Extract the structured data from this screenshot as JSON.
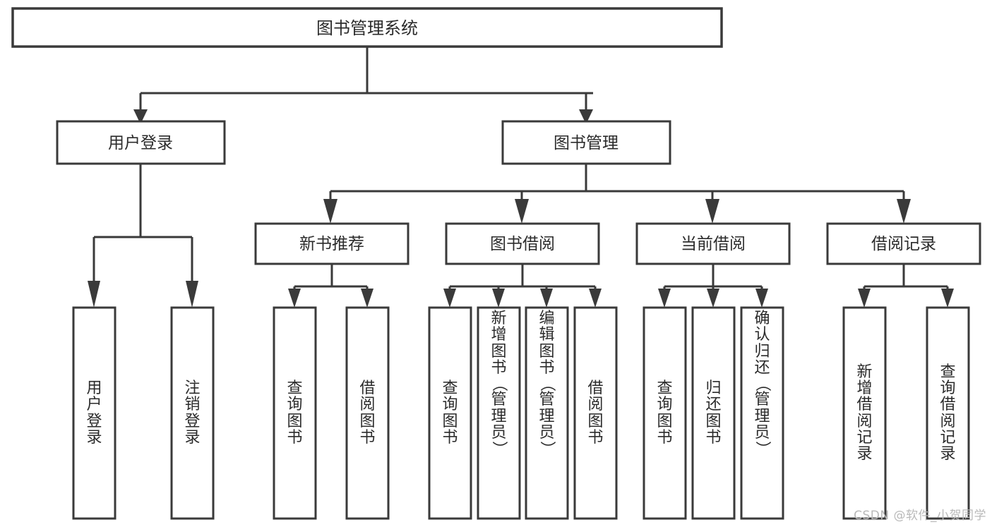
{
  "diagram": {
    "title": "图书管理系统",
    "watermark": "CSDN @软件_小贺同学",
    "colors": {
      "stroke": "#3a3a3a",
      "text": "#2b2b2b",
      "background": "#ffffff",
      "watermark": "#b9b9b9"
    },
    "root": {
      "label": "图书管理系统"
    },
    "level2": [
      {
        "label": "用户登录"
      },
      {
        "label": "图书管理"
      }
    ],
    "level3": [
      {
        "label": "新书推荐"
      },
      {
        "label": "图书借阅"
      },
      {
        "label": "当前借阅"
      },
      {
        "label": "借阅记录"
      }
    ],
    "leaves": {
      "user_login": [
        {
          "label": "用户登录",
          "chars": [
            "用",
            "户",
            "登",
            "录"
          ]
        },
        {
          "label": "注销登录",
          "chars": [
            "注",
            "销",
            "登",
            "录"
          ]
        }
      ],
      "new_book_recommend": [
        {
          "label": "查询图书",
          "chars": [
            "查",
            "询",
            "图",
            "书"
          ]
        },
        {
          "label": "借阅图书",
          "chars": [
            "借",
            "阅",
            "图",
            "书"
          ]
        }
      ],
      "book_borrow": [
        {
          "label": "查询图书",
          "chars": [
            "查",
            "询",
            "图",
            "书"
          ]
        },
        {
          "label": "新增图书（管理员）",
          "chars": [
            "新",
            "增",
            "图",
            "书",
            "（",
            "管",
            "理",
            "员",
            "）"
          ]
        },
        {
          "label": "编辑图书（管理员）",
          "chars": [
            "编",
            "辑",
            "图",
            "书",
            "（",
            "管",
            "理",
            "员",
            "）"
          ]
        },
        {
          "label": "借阅图书",
          "chars": [
            "借",
            "阅",
            "图",
            "书"
          ]
        }
      ],
      "current_borrow": [
        {
          "label": "查询图书",
          "chars": [
            "查",
            "询",
            "图",
            "书"
          ]
        },
        {
          "label": "归还图书",
          "chars": [
            "归",
            "还",
            "图",
            "书"
          ]
        },
        {
          "label": "确认归还（管理员）",
          "chars": [
            "确",
            "认",
            "归",
            "还",
            "（",
            "管",
            "理",
            "员",
            "）"
          ]
        }
      ],
      "borrow_record": [
        {
          "label": "新增借阅记录",
          "chars": [
            "新",
            "增",
            "借",
            "阅",
            "记",
            "录"
          ]
        },
        {
          "label": "查询借阅记录",
          "chars": [
            "查",
            "询",
            "借",
            "阅",
            "记",
            "录"
          ]
        }
      ]
    }
  },
  "chart_data": {
    "type": "tree-diagram",
    "title": "图书管理系统",
    "orientation": "top-down",
    "nodes": [
      {
        "id": "root",
        "label": "图书管理系统",
        "level": 0,
        "parent": null
      },
      {
        "id": "user-login",
        "label": "用户登录",
        "level": 1,
        "parent": "root"
      },
      {
        "id": "book-manage",
        "label": "图书管理",
        "level": 1,
        "parent": "root"
      },
      {
        "id": "new-book-recommend",
        "label": "新书推荐",
        "level": 2,
        "parent": "book-manage"
      },
      {
        "id": "book-borrow",
        "label": "图书借阅",
        "level": 2,
        "parent": "book-manage"
      },
      {
        "id": "current-borrow",
        "label": "当前借阅",
        "level": 2,
        "parent": "book-manage"
      },
      {
        "id": "borrow-record",
        "label": "借阅记录",
        "level": 2,
        "parent": "book-manage"
      },
      {
        "id": "leaf-1",
        "label": "用户登录",
        "level": 2,
        "parent": "user-login"
      },
      {
        "id": "leaf-2",
        "label": "注销登录",
        "level": 2,
        "parent": "user-login"
      },
      {
        "id": "leaf-3",
        "label": "查询图书",
        "level": 3,
        "parent": "new-book-recommend"
      },
      {
        "id": "leaf-4",
        "label": "借阅图书",
        "level": 3,
        "parent": "new-book-recommend"
      },
      {
        "id": "leaf-5",
        "label": "查询图书",
        "level": 3,
        "parent": "book-borrow"
      },
      {
        "id": "leaf-6",
        "label": "新增图书（管理员）",
        "level": 3,
        "parent": "book-borrow"
      },
      {
        "id": "leaf-7",
        "label": "编辑图书（管理员）",
        "level": 3,
        "parent": "book-borrow"
      },
      {
        "id": "leaf-8",
        "label": "借阅图书",
        "level": 3,
        "parent": "book-borrow"
      },
      {
        "id": "leaf-9",
        "label": "查询图书",
        "level": 3,
        "parent": "current-borrow"
      },
      {
        "id": "leaf-10",
        "label": "归还图书",
        "level": 3,
        "parent": "current-borrow"
      },
      {
        "id": "leaf-11",
        "label": "确认归还（管理员）",
        "level": 3,
        "parent": "current-borrow"
      },
      {
        "id": "leaf-12",
        "label": "新增借阅记录",
        "level": 3,
        "parent": "borrow-record"
      },
      {
        "id": "leaf-13",
        "label": "查询借阅记录",
        "level": 3,
        "parent": "borrow-record"
      }
    ]
  }
}
